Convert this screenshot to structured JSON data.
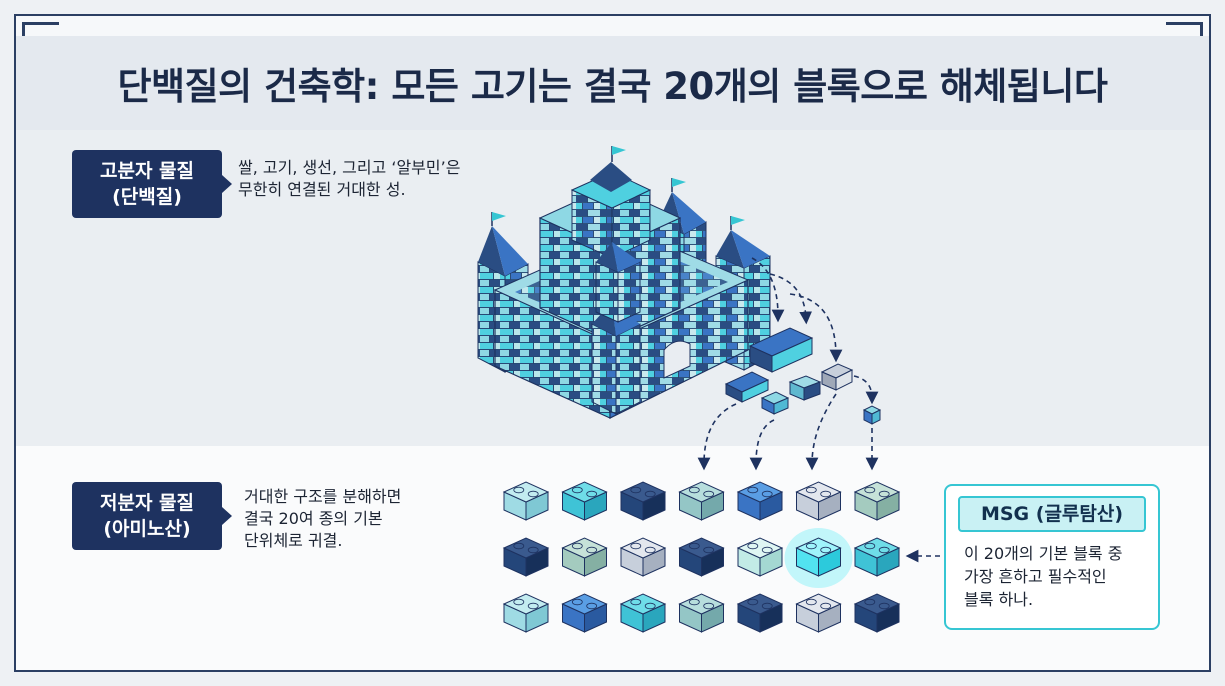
{
  "title": "단백질의 건축학: 모든 고기는 결국 20개의 블록으로 해체됩니다",
  "high_molecular": {
    "tag_line1": "고분자 물질",
    "tag_line2": "(단백질)",
    "desc_line1": "쌀, 고기, 생선, 그리고 ‘알부민’은",
    "desc_line2": "무한히 연결된 거대한 성."
  },
  "low_molecular": {
    "tag_line1": "저분자 물질",
    "tag_line2": "(아미노산)",
    "desc_line1": "거대한 구조를 분해하면",
    "desc_line2": "결국 20여 종의 기본",
    "desc_line3": "단위체로 귀결."
  },
  "msg": {
    "title": "MSG (글루탐산)",
    "desc_line1": "이 20개의 기본 블록 중",
    "desc_line2": "가장 흔하고 필수적인",
    "desc_line3": "블록 하나."
  },
  "colors": {
    "navy": "#1e3260",
    "frame": "#2b3f63",
    "cyan_accent": "#36c6d3",
    "block_palette": [
      "#2a4d83",
      "#3a74c4",
      "#4fb9d4",
      "#8ed8e4",
      "#b9e6ea",
      "#9bc4c6",
      "#c7cfdb"
    ]
  },
  "block_grid": [
    [
      "light-cyan",
      "cyan",
      "navy",
      "teal-gray",
      "blue",
      "gray",
      "sage"
    ],
    [
      "navy",
      "sage",
      "gray",
      "navy",
      "pale-cyan",
      "glowing-cyan",
      "cyan"
    ],
    [
      "light-cyan",
      "blue",
      "cyan",
      "teal-gray",
      "navy",
      "gray",
      "navy"
    ]
  ],
  "highlighted_block": "MSG (글루탐산)"
}
